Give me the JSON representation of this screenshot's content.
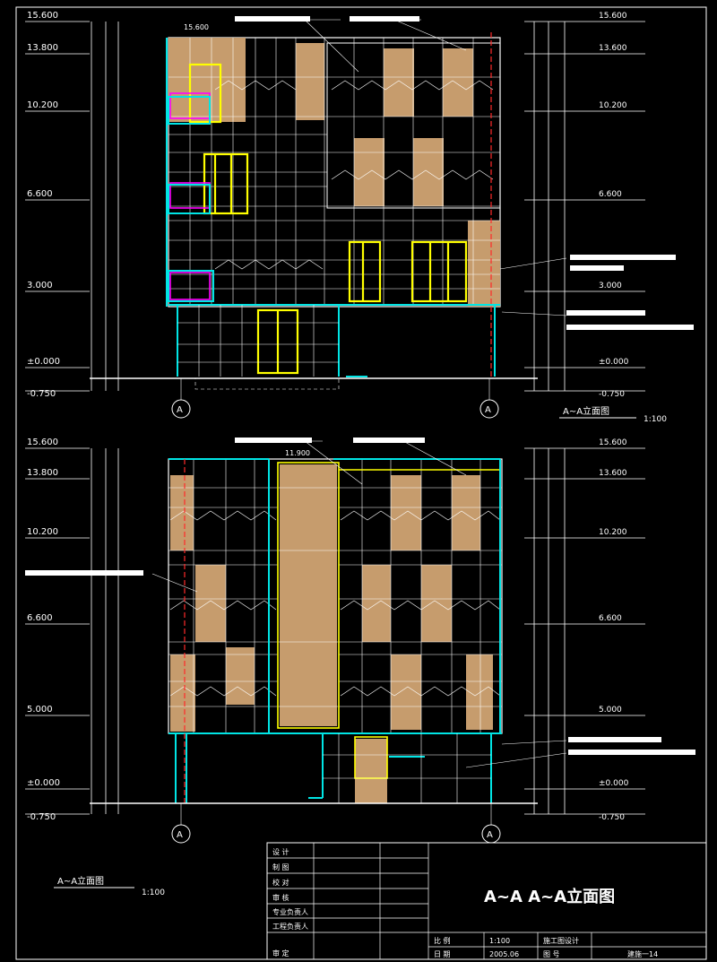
{
  "colors": {
    "background": "#000000",
    "frame": "#ffffff",
    "dimension": "#ffffff",
    "glass_frame": "#00e5e5",
    "window": "#ffff00",
    "panel_fill": "#c69c6d",
    "axis_red": "#ff2a2a",
    "accent_magenta": "#ff00ff"
  },
  "top_elevation": {
    "level_left": [
      "15.600",
      "13.800",
      "10.200",
      "6.600",
      "3.000",
      "±0.000",
      "-0.750"
    ],
    "level_right": [
      "15.600",
      "13.600",
      "10.200",
      "6.600",
      "3.000",
      "±0.000",
      "-0.750"
    ],
    "height_mark": "15.600",
    "axis_labels": [
      "A",
      "A"
    ],
    "title": "A~A立面图",
    "scale": "1:100"
  },
  "bottom_elevation": {
    "level_left": [
      "15.600",
      "13.800",
      "10.200",
      "6.600",
      "5.000",
      "±0.000",
      "-0.750"
    ],
    "level_right": [
      "15.600",
      "13.600",
      "10.200",
      "6.600",
      "5.000",
      "±0.000",
      "-0.750"
    ],
    "height_mark": "11.900",
    "axis_labels": [
      "A",
      "A"
    ],
    "title": "A~A立面图",
    "scale": "1:100"
  },
  "title_block": {
    "rows": [
      "设 计",
      "制 图",
      "校 对",
      "审 核",
      "专业负责人",
      "工程负责人",
      "审 定"
    ],
    "main_title": "A~A A~A立面图",
    "scale_label": "比 例",
    "scale_value": "1:100",
    "date_label": "日 期",
    "date_value": "2005.06",
    "drawing_no_label": "图 号",
    "sheet": "建施一14",
    "phase": "施工图设计"
  }
}
